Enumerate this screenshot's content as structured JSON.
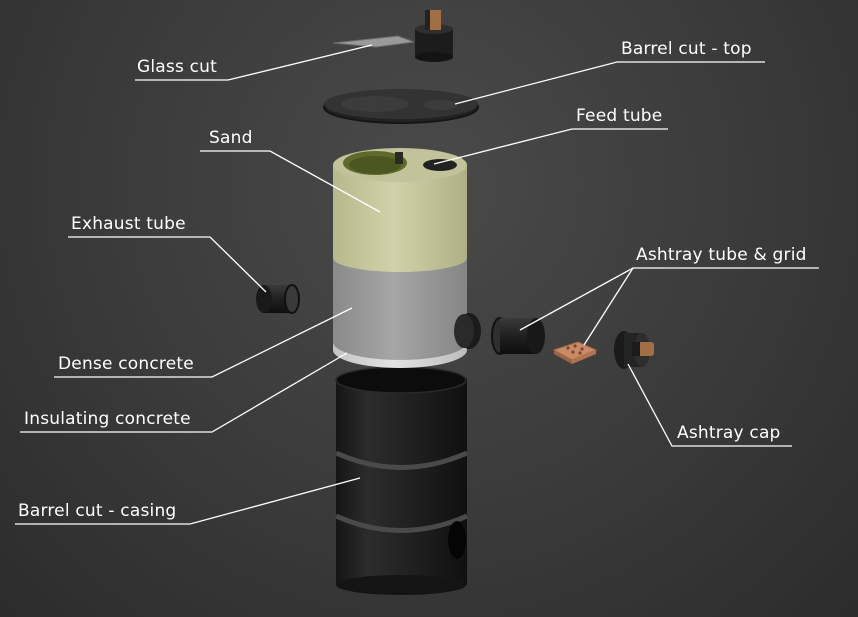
{
  "diagram": {
    "labels": {
      "glass_cut": "Glass cut",
      "barrel_cut_top": "Barrel cut - top",
      "feed_tube": "Feed tube",
      "sand": "Sand",
      "exhaust_tube": "Exhaust tube",
      "ashtray_tube_grid": "Ashtray tube & grid",
      "dense_concrete": "Dense concrete",
      "insulating_concrete": "Insulating concrete",
      "ashtray_cap": "Ashtray cap",
      "barrel_cut_casing": "Barrel cut - casing"
    },
    "colors": {
      "background": "#3a3a3a",
      "sand": "#c9c9a0",
      "dense_concrete": "#9a9a9a",
      "insulating_concrete": "#d4d4d4",
      "metal": "#1e1e1e",
      "grid": "#c98a66",
      "handle": "#a0704a",
      "leader_line": "#ffffff"
    }
  }
}
